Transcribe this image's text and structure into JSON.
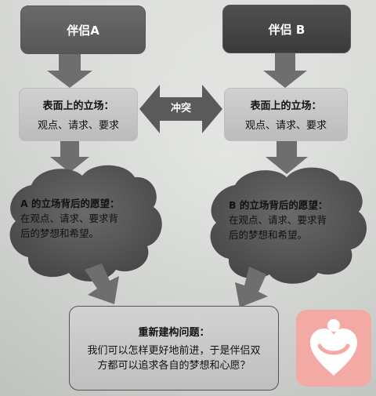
{
  "partner_a": {
    "label": "伴侣A"
  },
  "partner_b": {
    "label": "伴侣 B"
  },
  "position_a": {
    "title": "表面上的立场：",
    "body": "观点、请求、要求"
  },
  "position_b": {
    "title": "表面上的立场：",
    "body": "观点、请求、要求"
  },
  "conflict": {
    "label": "冲突"
  },
  "desire_a": {
    "title": "A 的立场背后的愿望：",
    "lines": [
      "在观点、请求、要求背",
      "后的梦想和希望。"
    ]
  },
  "desire_b": {
    "title": "B 的立场背后的愿望：",
    "lines": [
      "在观点、请求、要求背",
      "后的梦想和希望。"
    ]
  },
  "reframe": {
    "title": "重新建构问题：",
    "lines": [
      "我们可以怎样更好地前进，于是伴侣双",
      "方都可以追求各自的梦想和心愿？"
    ]
  },
  "colors": {
    "partner_fill": "#5f5f5f",
    "box_fill": "#c8c8c8",
    "arrow_fill": "#6e6e6e",
    "cloud_fill": "#555555",
    "logo_bg": "#f3a9a4",
    "logo_heart": "#ffffff"
  },
  "icons": {
    "logo": "heart-icon"
  }
}
